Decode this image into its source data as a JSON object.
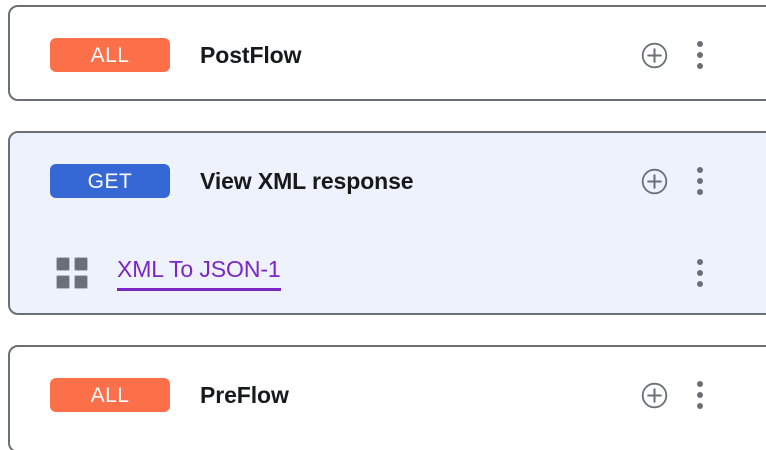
{
  "colors": {
    "badge_all": "#fb7049",
    "badge_get": "#3568d4",
    "card_border": "#6b6f76",
    "card_highlight_bg": "#eef2fc",
    "policy_link": "#7b27c4",
    "icon_gray": "#6b6f76",
    "title_text": "#18191b"
  },
  "icons": {
    "add": "plus-circle-icon",
    "menu": "kebab-menu-icon",
    "policy": "grid-squares-icon"
  },
  "flows": [
    {
      "id": "postflow",
      "badge": "ALL",
      "badge_type": "all",
      "title": "PostFlow",
      "highlighted": false,
      "policies": []
    },
    {
      "id": "view-xml-response",
      "badge": "GET",
      "badge_type": "get",
      "title": "View XML response",
      "highlighted": true,
      "policies": [
        {
          "id": "xml-to-json-1",
          "label": "XML To JSON-1"
        }
      ]
    },
    {
      "id": "preflow",
      "badge": "ALL",
      "badge_type": "all",
      "title": "PreFlow",
      "highlighted": false,
      "policies": []
    }
  ]
}
